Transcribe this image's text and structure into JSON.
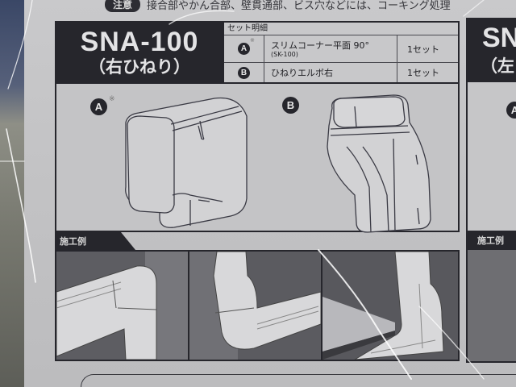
{
  "notice": {
    "badge": "注意",
    "text": "接合部やかん合部、壁貫通部、ビス穴などには、コーキング処理"
  },
  "product": {
    "model": "SNA-100",
    "variant": "（右ひねり）"
  },
  "set_table": {
    "header": "セット明細",
    "rows": [
      {
        "mark": "A",
        "asterisk": "※",
        "name": "スリムコーナー平面 90°",
        "sub": "(SK-100)",
        "qty": "1セット"
      },
      {
        "mark": "B",
        "asterisk": "",
        "name": "ひねりエルボ右",
        "sub": "",
        "qty": "1セット"
      }
    ]
  },
  "illustration": {
    "items": [
      {
        "mark": "A",
        "asterisk": "※",
        "description": "slim corner flat 90° elbow drawing"
      },
      {
        "mark": "B",
        "description": "twist elbow right drawing"
      }
    ]
  },
  "examples": {
    "label": "施工例",
    "panes": [
      "example-1",
      "example-2",
      "example-3"
    ]
  },
  "right_panel": {
    "model_partial": "SN",
    "variant_partial": "（左",
    "badge": "A",
    "example_label": "施工例"
  },
  "colors": {
    "paper": "#c4c4c6",
    "ink": "#26262c",
    "wall_shade": "#6e6e72",
    "duct": "#d6d6d6"
  }
}
